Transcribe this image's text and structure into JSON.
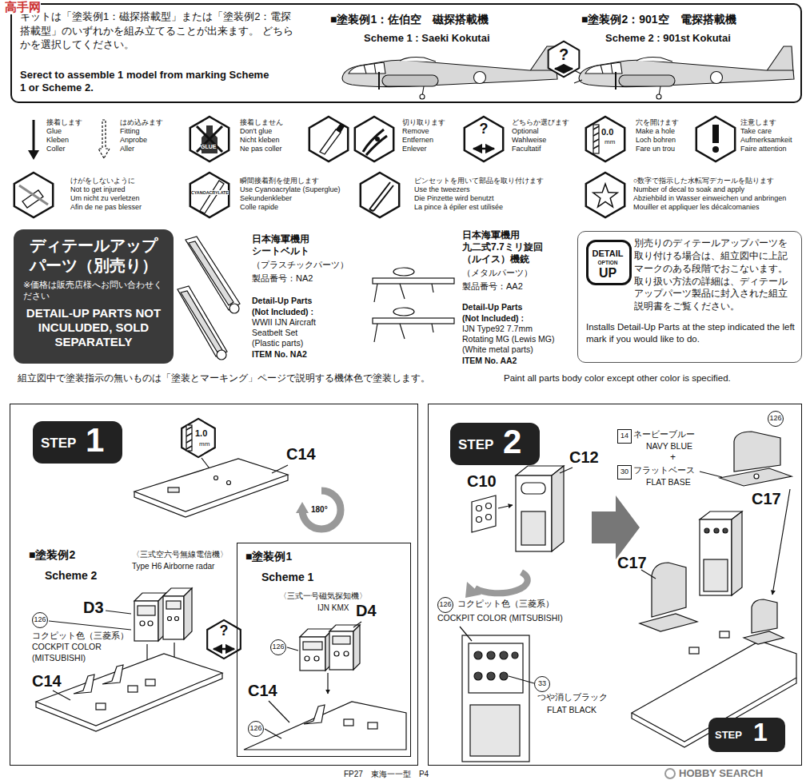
{
  "diagram": {
    "nodes": [
      {
        "text": [
          "キットは「塗装例1：磁探搭載型」または「塗装例2：電探搭載型」のいずれかを組み立てることが出来ます。 どちらかを選択してください。",
          "Serect to assemble 1 model from marking Scheme 1 or Scheme 2.",
          "■塗装例1：佐伯空　磁探搭載機",
          "Scheme 1 : Saeki Kokutai",
          "■塗装例2：901空　電探搭載機",
          "Scheme 2 : 901st Kokutai"
        ]
      },
      {
        "text": [
          "ディテールアップパーツ（別売り）",
          "※価格は販売店様へお問い合わせください",
          "DETAIL-UP PARTS NOT INCULUDED, SOLD SEPARATELY"
        ]
      },
      {
        "text": [
          "別売りのディテールアップパーツを取り付ける場合は、組立図中に上記マークのある段階でおこないます。取り扱い方法の詳細は、ディテールアップパーツ製品に封入された組立説明書をご覧ください。",
          "Installs Detail-Up Parts at the step indicated the left mark if you would like to do."
        ]
      },
      {
        "text": [
          "DETAIL",
          "OPTION",
          "UP"
        ],
        "in": 2
      },
      {
        "text": []
      },
      {
        "text": [
          "STEP",
          "1"
        ],
        "in": 4
      },
      {
        "text": [
          "■塗装例1",
          "Scheme 1",
          "〈三式一号磁気探知機〉",
          "IJN KMX"
        ],
        "in": 4
      },
      {
        "text": []
      },
      {
        "text": [
          "STEP",
          "2"
        ],
        "in": 7
      },
      {
        "text": [
          "STEP",
          "1"
        ],
        "in": 7
      }
    ],
    "labels": [
      "高手网",
      "?",
      "接着します",
      "Glue",
      "Kleben",
      "Coller",
      "はめ込みます",
      "Fitting",
      "Anprobe",
      "Aller",
      "GLUE",
      "接着しません",
      "Don't glue",
      "Nicht kleben",
      "Ne pas coller",
      "切り取ります",
      "Remove",
      "Entfernen",
      "Enlever",
      "?",
      "どちらか選びます",
      "Optional",
      "Wahlweise",
      "Facultatif",
      "0.0",
      "mm",
      "穴を開けます",
      "Make a hole",
      "Loch bohren",
      "Fare un trou",
      "注意します",
      "Take care",
      "Aufmerksamkeit",
      "Faire attention",
      "けがをしないように",
      "Not to get injured",
      "Um nicht zu verletzen",
      "Afin de ne pas blesser",
      "CYANOACRYLATE",
      "瞬間接着剤を使用します",
      "Use Cyanoacrylate (Superglue)",
      "Sekundenkleber",
      "Colle rapide",
      "ピンセットを用いて部品を取り付けます",
      "Use the tweezers",
      "Die Pinzette wird benutzt",
      "La pince à épiler est utilisée",
      "○数字で指示した水転写デカールを貼ります",
      "Number of decal to soak and apply",
      "Abziehbild in Wasser einweichen und anbringen",
      "Mouiller et appliquer les décalcomanies",
      "日本海軍機用",
      "シートベルト",
      "（プラスチックパーツ）",
      "製品番号：NA2",
      "Detail-Up Parts",
      "(Not Included) :",
      "WWII IJN Aircraft",
      "Seatbelt Set",
      "(Plastic parts)",
      "ITEM No. NA2",
      "日本海軍機用",
      "九二式7.7ミリ旋回",
      "（ルイス）機銃",
      "（メタルパーツ）",
      "製品番号：AA2",
      "Detail-Up Parts",
      "(Not Included) :",
      "IJN Type92 7.7mm",
      "Rotating MG (Lewis MG)",
      "(White metal parts)",
      "ITEM No. AA2",
      "組立図中で塗装指示の無いものは「塗装とマーキング」ページで説明する機体色で塗装します。",
      "Paint all parts body color except other color is specified.",
      "1.0",
      "mm",
      "C14",
      "180°",
      "■塗装例2",
      "Scheme 2",
      "〈三式空六号無線電信機〉",
      "Type H6 Airborne radar",
      "D3",
      "126",
      "コクピット色（三菱系）",
      "COCKPIT COLOR",
      "(MITSUBISHI)",
      "C14",
      "?",
      "D4",
      "126",
      "C14",
      "126",
      "C12",
      "C10",
      "126",
      "コクピット色（三菱系）",
      "COCKPIT COLOR (MITSUBISHI)",
      "33",
      "つや消しブラック",
      "FLAT BLACK",
      "14",
      "ネービーブルー",
      "NAVY BLUE",
      "+",
      "30",
      "フラットベース",
      "FLAT BASE",
      "126",
      "C17",
      "C17",
      "FP27　東海一一型　P4",
      "HOBBY SEARCH"
    ]
  }
}
